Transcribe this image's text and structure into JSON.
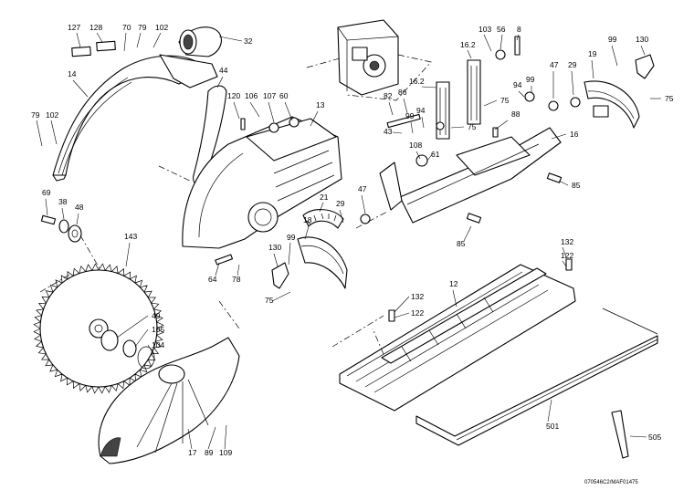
{
  "diagram": {
    "doc_code": "070546C2/MAF01475",
    "callouts": [
      {
        "id": "c127",
        "label": "127"
      },
      {
        "id": "c128",
        "label": "128"
      },
      {
        "id": "c70",
        "label": "70"
      },
      {
        "id": "c79a",
        "label": "79"
      },
      {
        "id": "c102a",
        "label": "102"
      },
      {
        "id": "c32",
        "label": "32"
      },
      {
        "id": "c14",
        "label": "14"
      },
      {
        "id": "c44",
        "label": "44"
      },
      {
        "id": "c79b",
        "label": "79"
      },
      {
        "id": "c102b",
        "label": "102"
      },
      {
        "id": "c120",
        "label": "120"
      },
      {
        "id": "c106",
        "label": "106"
      },
      {
        "id": "c107",
        "label": "107"
      },
      {
        "id": "c60",
        "label": "60"
      },
      {
        "id": "c13",
        "label": "13"
      },
      {
        "id": "c69",
        "label": "69"
      },
      {
        "id": "c38",
        "label": "38"
      },
      {
        "id": "c48",
        "label": "48"
      },
      {
        "id": "c143",
        "label": "143"
      },
      {
        "id": "c64",
        "label": "64"
      },
      {
        "id": "c78",
        "label": "78"
      },
      {
        "id": "c49",
        "label": "49"
      },
      {
        "id": "c105",
        "label": "105"
      },
      {
        "id": "c104",
        "label": "104"
      },
      {
        "id": "c17",
        "label": "17"
      },
      {
        "id": "c89",
        "label": "89"
      },
      {
        "id": "c109",
        "label": "109"
      },
      {
        "id": "c21",
        "label": "21"
      },
      {
        "id": "c18",
        "label": "18"
      },
      {
        "id": "c29a",
        "label": "29"
      },
      {
        "id": "c130a",
        "label": "130"
      },
      {
        "id": "c99a",
        "label": "99"
      },
      {
        "id": "c75a",
        "label": "75"
      },
      {
        "id": "c47a",
        "label": "47"
      },
      {
        "id": "c16_2a",
        "label": "16.2"
      },
      {
        "id": "c103",
        "label": "103"
      },
      {
        "id": "c56",
        "label": "56"
      },
      {
        "id": "c8",
        "label": "8"
      },
      {
        "id": "c16_2b",
        "label": "16.2"
      },
      {
        "id": "c82",
        "label": "82"
      },
      {
        "id": "c86",
        "label": "86"
      },
      {
        "id": "c99b",
        "label": "99"
      },
      {
        "id": "c94a",
        "label": "94"
      },
      {
        "id": "c75b",
        "label": "75"
      },
      {
        "id": "c75c",
        "label": "75"
      },
      {
        "id": "c43",
        "label": "43"
      },
      {
        "id": "c108",
        "label": "108"
      },
      {
        "id": "c61",
        "label": "61"
      },
      {
        "id": "c88",
        "label": "88"
      },
      {
        "id": "c94b",
        "label": "94"
      },
      {
        "id": "c99c",
        "label": "99"
      },
      {
        "id": "c47b",
        "label": "47"
      },
      {
        "id": "c29b",
        "label": "29"
      },
      {
        "id": "c19",
        "label": "19"
      },
      {
        "id": "c99d",
        "label": "99"
      },
      {
        "id": "c130b",
        "label": "130"
      },
      {
        "id": "c75d",
        "label": "75"
      },
      {
        "id": "c16",
        "label": "16"
      },
      {
        "id": "c85a",
        "label": "85"
      },
      {
        "id": "c85b",
        "label": "85"
      },
      {
        "id": "c12",
        "label": "12"
      },
      {
        "id": "c132a",
        "label": "132"
      },
      {
        "id": "c122a",
        "label": "122"
      },
      {
        "id": "c132b",
        "label": "132"
      },
      {
        "id": "c122b",
        "label": "122"
      },
      {
        "id": "c501",
        "label": "501"
      },
      {
        "id": "c505",
        "label": "505"
      }
    ]
  }
}
